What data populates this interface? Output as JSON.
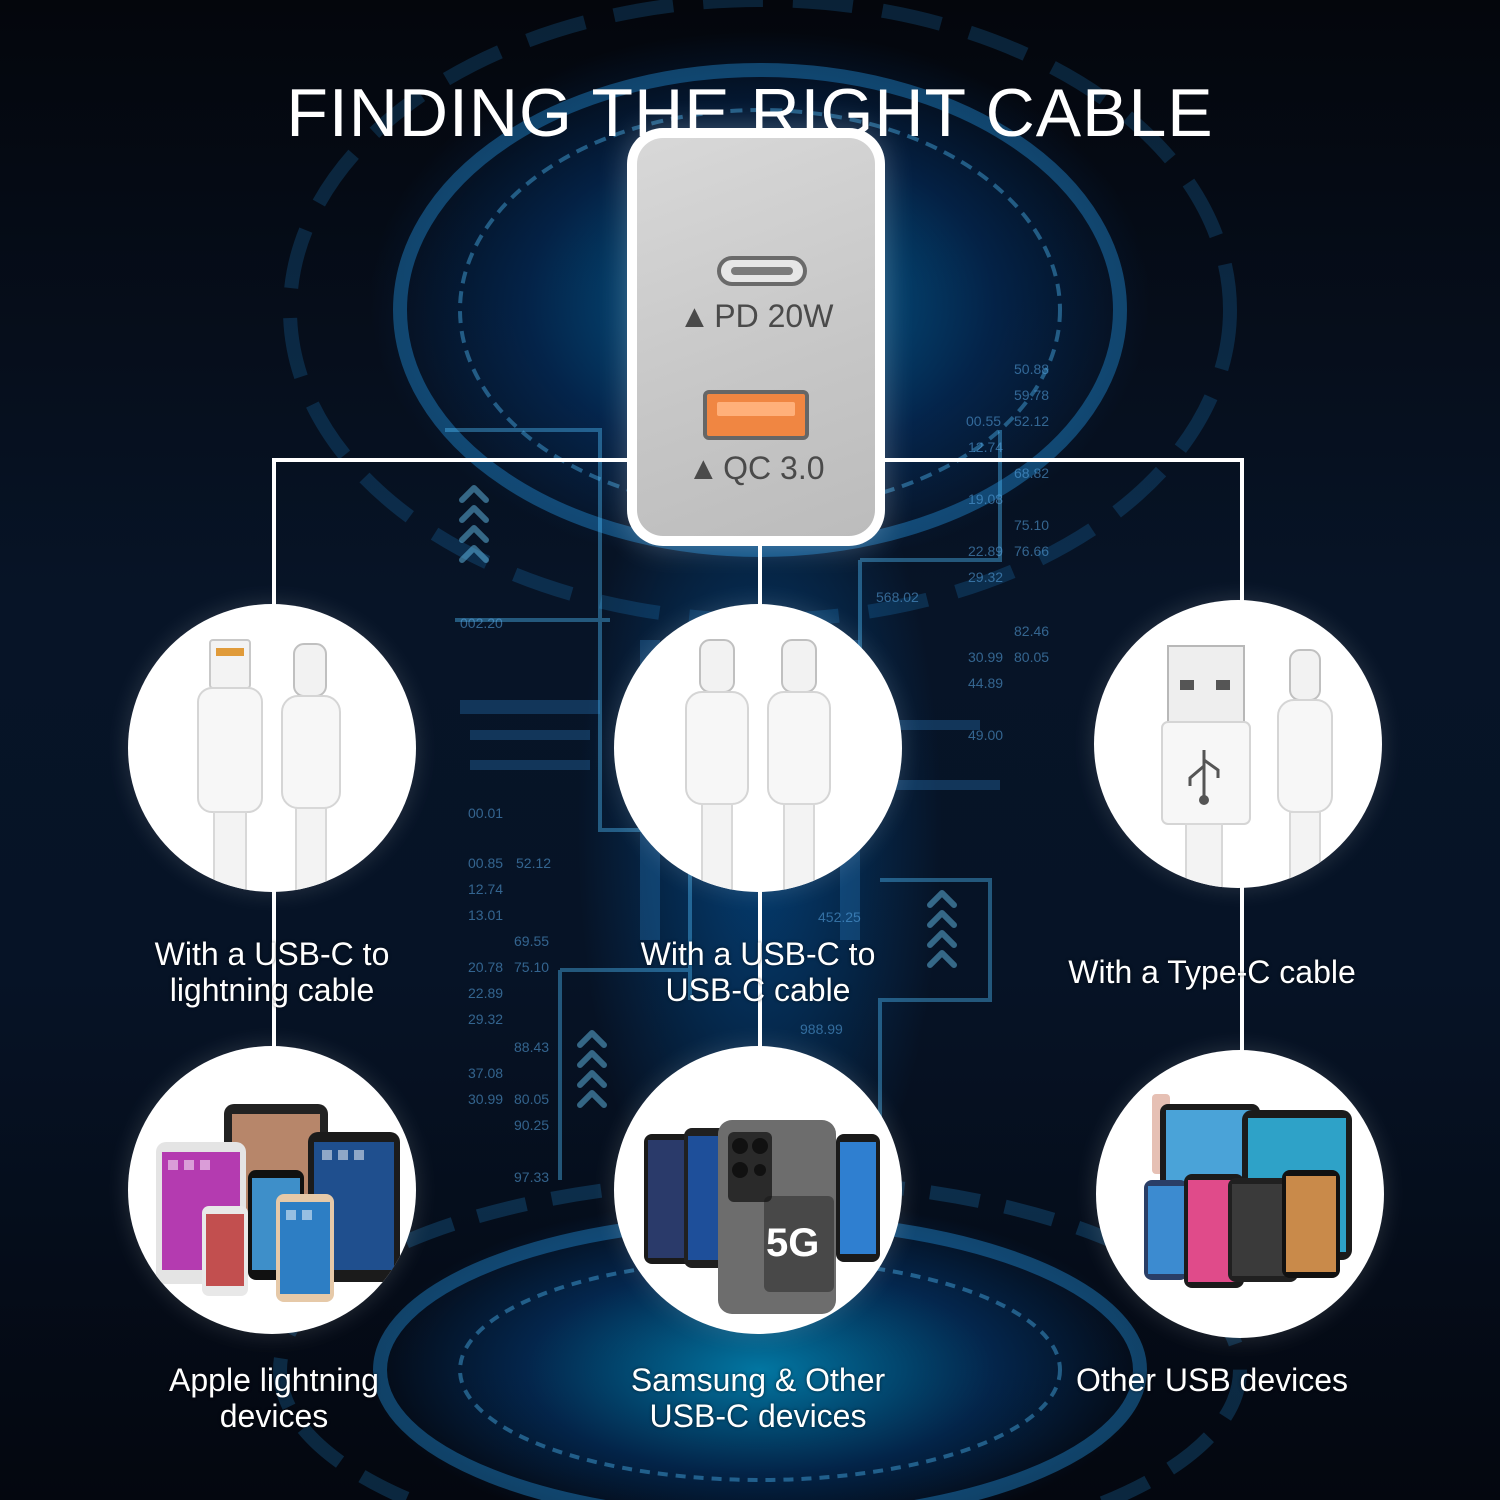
{
  "headline": "FINDING THE RIGHT CABLE",
  "charger": {
    "pd_port_label": "PD 20W",
    "qc_port_label": "QC 3.0",
    "triangle": "▲"
  },
  "background_numbers": [
    "50.88",
    "59.78",
    "00.55",
    "52.12",
    "12.74",
    "68.82",
    "19.08",
    "75.10",
    "22.89",
    "76.66",
    "29.32",
    "568.02",
    "002.20",
    "82.46",
    "30.99",
    "80.05",
    "44.89",
    "49.00",
    "00.01",
    "00.85",
    "52.12",
    "12.74",
    "13.01",
    "69.55",
    "20.78",
    "75.10",
    "22.89",
    "29.32",
    "452.25",
    "988.99",
    "88.43",
    "37.08",
    "30.99",
    "80.05",
    "90.25",
    "97.33"
  ],
  "captions": {
    "lightning_cable": [
      "With a USB-C to",
      "lightning cable"
    ],
    "usbc_cable": [
      "With a USB-C to",
      "USB-C cable"
    ],
    "typec_cable": [
      "With a Type-C cable"
    ],
    "apple_devices": [
      "Apple lightning",
      "devices"
    ],
    "samsung_devices": [
      "Samsung & Other",
      "USB-C devices"
    ],
    "other_devices": [
      "Other USB devices"
    ]
  },
  "device_screen_texts": {
    "samsung_badge": "5G"
  },
  "colors": {
    "background": "#05080f",
    "glow": "#00aaff",
    "white": "#ffffff",
    "port_orange": "#f08642"
  }
}
